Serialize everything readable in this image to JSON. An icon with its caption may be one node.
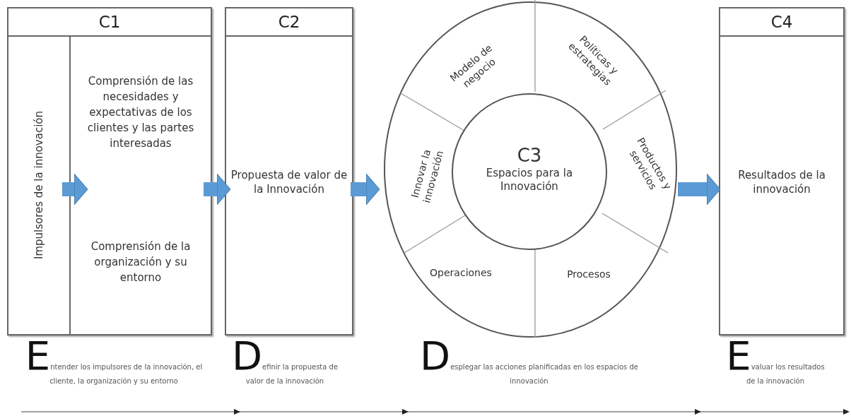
{
  "diagram": {
    "nodes": [
      {
        "text": [
          "C1"
        ]
      },
      {
        "text": [
          "Impulsores de la innovación"
        ],
        "in": 0
      },
      {
        "text": [
          "Comprensión de las necesidades y expectativas de los clientes y las partes interesadas"
        ],
        "in": 0
      },
      {
        "text": [
          "Comprensión de la organización y su entorno"
        ],
        "in": 0
      },
      {
        "text": [
          "C2",
          "Propuesta de valor de la Innovación"
        ]
      },
      {
        "text": [],
        "shape": "circle"
      },
      {
        "text": [
          "Modelo de negocio"
        ],
        "in": 5
      },
      {
        "text": [
          "Políticas y estrategias"
        ],
        "in": 5
      },
      {
        "text": [
          "Innovar la innovación"
        ],
        "in": 5
      },
      {
        "text": [
          "Productos y servicios"
        ],
        "in": 5
      },
      {
        "text": [
          "Operaciones"
        ],
        "in": 5
      },
      {
        "text": [
          "Procesos"
        ],
        "in": 5
      },
      {
        "text": [
          "C3",
          "Espacios para la Innovación"
        ],
        "in": 5
      },
      {
        "text": [
          "C4",
          "Resultados de la innovación"
        ]
      }
    ],
    "edges": [
      {
        "from": 1,
        "to": 2,
        "arrow": "to"
      },
      {
        "from": 1,
        "to": 3,
        "arrow": "to"
      },
      {
        "from": 0,
        "to": 4,
        "arrow": "to"
      },
      {
        "from": 4,
        "to": 5,
        "arrow": "to"
      },
      {
        "from": 5,
        "to": 13,
        "arrow": "to"
      }
    ],
    "labels": [
      "Entender los impulsores de la innovación, el cliente, la organización y su entorno",
      "Definir la propuesta de valor de la innovación",
      "Desplegar las acciones planificadas en los espacios de innovación",
      "Evaluar los resultados de la innovación"
    ]
  }
}
